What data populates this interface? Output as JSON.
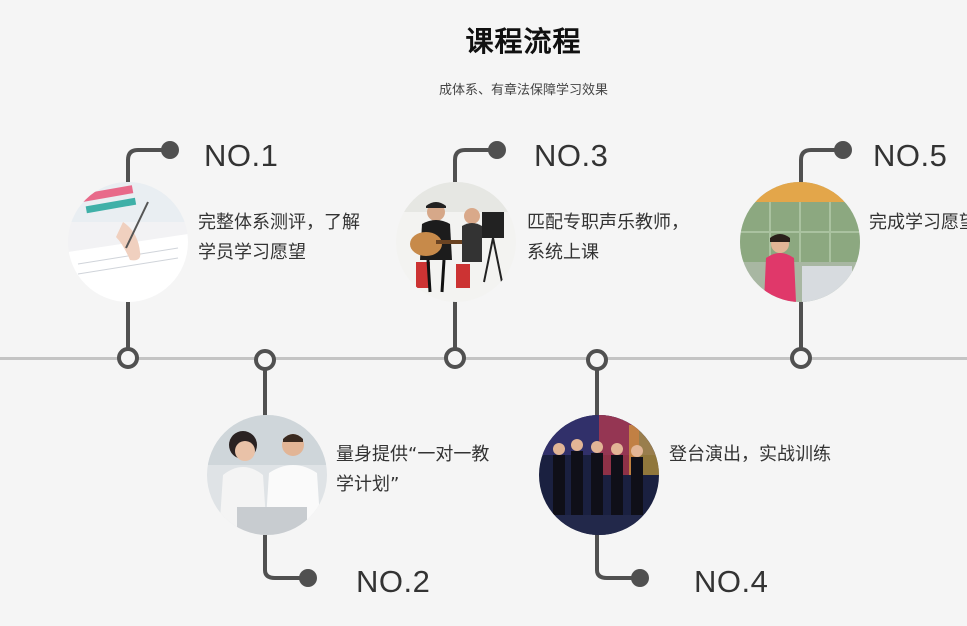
{
  "header": {
    "title": "课程流程",
    "subtitle": "成体系、有章法保障学习效果"
  },
  "steps": [
    {
      "number": "NO.1",
      "description": "完整体系测评，了解学员学习愿望",
      "photo_icon": "writing-hand-photo"
    },
    {
      "number": "NO.2",
      "description": "量身提供“一对一教学计划”",
      "photo_icon": "consultation-photo"
    },
    {
      "number": "NO.3",
      "description": "匹配专职声乐教师，系统上课",
      "photo_icon": "guitar-lesson-photo"
    },
    {
      "number": "NO.4",
      "description": "登台演出，实战训练",
      "photo_icon": "stage-performance-photo"
    },
    {
      "number": "NO.5",
      "description": "完成学习愿望",
      "photo_icon": "singer-photo"
    }
  ],
  "colors": {
    "background": "#f5f5f5",
    "connector": "#505050",
    "timeline": "#c4c4c4",
    "text": "#333333"
  }
}
